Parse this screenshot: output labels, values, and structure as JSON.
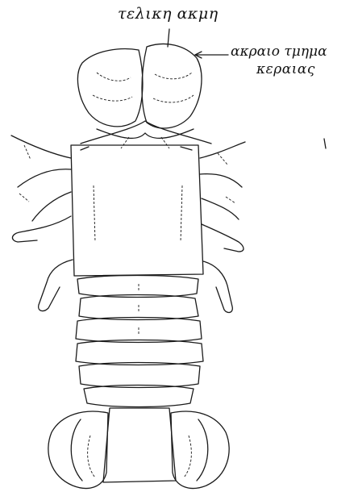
{
  "labels": {
    "top": "τελικη ακμη",
    "right_line1": "ακραιο τμημα",
    "right_line2": "κεραιας"
  },
  "colors": {
    "ink": "#1a1a1a",
    "background": "#ffffff"
  }
}
